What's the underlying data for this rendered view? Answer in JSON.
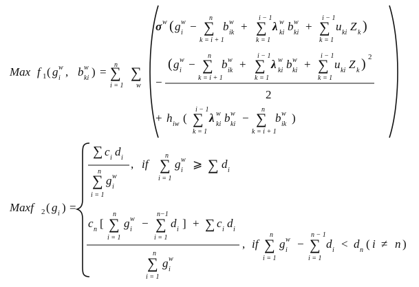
{
  "equation1": {
    "lhs_max": "Max",
    "lhs_f": "f",
    "lhs_f_sub": "1",
    "lhs_open": "(",
    "lhs_g": "g",
    "lhs_g_sub": "i",
    "lhs_g_sup": "w",
    "lhs_comma": ",",
    "lhs_b": "b",
    "lhs_b_sub": "ki",
    "lhs_b_sup": "w",
    "lhs_close": ")",
    "equals": "=",
    "sum": "∑",
    "sum1_upper": "n",
    "sum1_lower": "i = 1",
    "sum2_lower": "w",
    "row1": {
      "sigma": "σ",
      "sigma_sup": "w",
      "open": "(",
      "g": "g",
      "g_sub": "i",
      "g_sup": "w",
      "minus": "−",
      "s1_upper": "n",
      "s1_lower": "k = i + 1",
      "b1": "b",
      "b1_sub": "ik",
      "b1_sup": "w",
      "plus1": "+",
      "s2_upper": "i − 1",
      "s2_lower": "k = 1",
      "lam": "λ",
      "lam_sub": "ki",
      "lam_sup": "w",
      "b2": "b",
      "b2_sub": "ki",
      "b2_sup": "w",
      "plus2": "+",
      "s3_upper": "i − 1",
      "s3_lower": "k = 1",
      "u": "u",
      "u_sub": "ki",
      "z": "Z",
      "z_sub": "k",
      "close": ")"
    },
    "row2": {
      "lead_minus": "−",
      "open": "(",
      "g": "g",
      "g_sub": "i",
      "g_sup": "w",
      "minus": "−",
      "s1_upper": "n",
      "s1_lower": "k = i + 1",
      "b1": "b",
      "b1_sub": "ik",
      "b1_sup": "w",
      "plus1": "+",
      "s2_upper": "i − 1",
      "s2_lower": "k = 1",
      "lam": "λ",
      "lam_sub": "ki",
      "lam_sup": "w",
      "b2": "b",
      "b2_sub": "ki",
      "b2_sup": "w",
      "plus2": "+",
      "s3_upper": "i − 1",
      "s3_lower": "k = 1",
      "u": "u",
      "u_sub": "ki",
      "z": "Z",
      "z_sub": "k",
      "close": ")",
      "power": "2",
      "denominator": "2"
    },
    "row3": {
      "plus": "+",
      "h": "h",
      "h_sub": "iw",
      "open": "(",
      "s1_upper": "i − 1",
      "s1_lower": "k = 1",
      "lam": "λ",
      "lam_sub": "ki",
      "lam_sup": "w",
      "b1": "b",
      "b1_sub": "ki",
      "b1_sup": "w",
      "minus": "−",
      "s2_upper": "n",
      "s2_lower": "k = i + 1",
      "b2": "b",
      "b2_sub": "ik",
      "b2_sup": "w",
      "close": ")"
    }
  },
  "equation2": {
    "lhs_max": "Maxf",
    "lhs_f_sub": "2",
    "lhs_open": "(",
    "lhs_g": "g",
    "lhs_g_sub": "i",
    "lhs_close": ")",
    "equals": "=",
    "sum": "∑",
    "case1": {
      "num_c": "c",
      "num_c_sub": "i",
      "num_d": "d",
      "num_d_sub": "i",
      "den_upper": "n",
      "den_lower": "i = 1",
      "den_g": "g",
      "den_g_sub": "i",
      "den_g_sup": "w",
      "comma": ",",
      "if": "if",
      "cond_upper": "n",
      "cond_lower": "i = 1",
      "cond_g": "g",
      "cond_g_sub": "i",
      "cond_g_sup": "w",
      "geq": "⩾",
      "cond_d": "d",
      "cond_d_sub": "i"
    },
    "case2": {
      "num_c": "c",
      "num_c_sub": "n",
      "lbracket": "[",
      "s1_upper": "n",
      "s1_lower": "i = 1",
      "g": "g",
      "g_sub": "i",
      "g_sup": "w",
      "minus": "−",
      "s2_upper": "n−1",
      "s2_lower": "i = 1",
      "d": "d",
      "d_sub": "i",
      "rbracket": "]",
      "plus": "+",
      "c2": "c",
      "c2_sub": "i",
      "d2": "d",
      "d2_sub": "i",
      "den_upper": "n",
      "den_lower": "i = 1",
      "den_g": "g",
      "den_g_sub": "i",
      "den_g_sup": "w",
      "comma": ",",
      "if": "if",
      "cond_upper1": "n",
      "cond_lower1": "i = 1",
      "cond_g": "g",
      "cond_g_sub": "i",
      "cond_g_sup": "w",
      "cond_minus": "−",
      "cond_upper2": "n − 1",
      "cond_lower2": "i = 1",
      "cond_d": "d",
      "cond_d_sub": "i",
      "lt": "<",
      "cond_dn": "d",
      "cond_dn_sub": "n",
      "open": "(",
      "i": "i",
      "neq": "≠",
      "n": "n",
      "close": ")"
    }
  }
}
